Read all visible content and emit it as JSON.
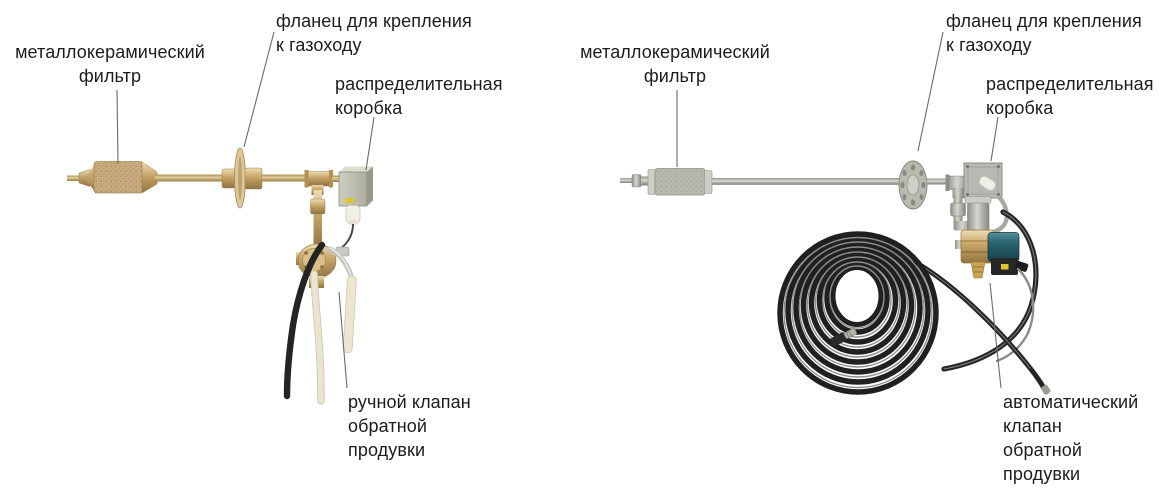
{
  "figures": {
    "left": {
      "labels": {
        "filter": "металлокерамический\nфильтр",
        "flange": "фланец для крепления\nк газоходу",
        "junction_box": "распределительная\nкоробка",
        "valve": "ручной клапан\nобратной\nпродувки"
      }
    },
    "right": {
      "labels": {
        "filter": "металлокерамический\nфильтр",
        "flange": "фланец для крепления\nк газоходу",
        "junction_box": "распределительная\nкоробка",
        "valve": "автоматический\nклапан\nобратной\nпродувки"
      }
    }
  },
  "colors": {
    "text": "#1c1c1c",
    "leader-line": "#6b6b6b",
    "brass": "#c6a368",
    "filter-sand": "#c6aa7c",
    "steel": "#aeaea6",
    "box-gray": "#bcbcb0",
    "solenoid-teal": "#2b6570",
    "hose-black": "#242424",
    "hose-cream": "#eae4d2",
    "sticker-yellow": "#ddc62f"
  }
}
